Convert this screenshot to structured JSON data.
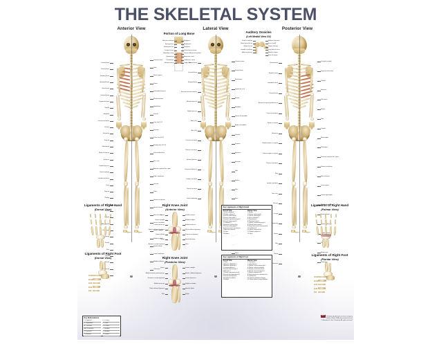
{
  "poster": {
    "title": "THE SKELETAL SYSTEM",
    "title_color": "#4b5066",
    "background_color": "#ffffff",
    "bone_color": "#e2cb97",
    "muscle_color": "#b05f42",
    "accent_color": "#8a2634"
  },
  "views": [
    {
      "id": "anterior",
      "label": "Anterior View"
    },
    {
      "id": "lateral",
      "label": "Lateral View"
    },
    {
      "id": "posterior",
      "label": "Posterior View"
    }
  ],
  "insets": {
    "long_bone": {
      "title": "Portion of Long Bone",
      "labels_left": [
        "Articular cartilage",
        "Spongy bone",
        "Epiphyseal line",
        "Compact bone",
        "Medullary cavity",
        "Endosteum",
        "Periosteum",
        "Nutrient artery"
      ],
      "labels_right": [
        "Epiphysis",
        "Metaphysis",
        "Diaphysis",
        "Yellow bone marrow",
        "Osteon (Haversian system)",
        "Haversian canal",
        "Volkmann's canal",
        "Trabeculae"
      ]
    },
    "auditory_ossicles": {
      "title": "Auditory Ossicles",
      "subtitle": "(Left Medial View 3X)",
      "labels_left": [
        "Head of malleus",
        "Short limb of incus",
        "Body of incus",
        "Handle of malleus",
        "Anterior process"
      ],
      "labels_right": [
        "Malleus (hammer)",
        "Incus (anvil)",
        "Stapes (stirrup)",
        "Long limb of incus",
        "Head of stapes",
        "Base of stapes"
      ]
    }
  },
  "label_columns": {
    "anterior_left": [
      "Frontal bone",
      "Parietal bone",
      "Temporal bone",
      "Sphenoid bone",
      "Nasal bone",
      "Lacrimal bone",
      "Zygomatic bone",
      "Maxilla",
      "Mandible",
      "Cervical vertebrae",
      "Clavicle",
      "Acromion",
      "Scapula",
      "Manubrium",
      "Body of sternum",
      "Humerus",
      "Xiphoid process",
      "Costal cartilage",
      "Lumbar vertebrae",
      "Ilium",
      "Sacrum",
      "Radius",
      "Ulna",
      "Coccyx",
      "Carpals",
      "Metacarpals",
      "Phalanges",
      "Femur",
      "Patella",
      "Tibia",
      "Fibula",
      "Tarsals",
      "Metatarsals",
      "Phalanges"
    ],
    "anterior_right": [
      "Coronal suture",
      "Orbit",
      "Nasal septum",
      "Vomer",
      "Infraorbital foramen",
      "Mental foramen",
      "Hyoid bone",
      "First rib",
      "True ribs (1-7)",
      "Sternum",
      "False ribs (8-12)",
      "Floating ribs (11-12)",
      "Intervertebral disc",
      "Iliac crest",
      "Anterior superior iliac spine",
      "Pubic symphysis",
      "Ischium",
      "Pubis",
      "Greater trochanter",
      "Head of femur",
      "Neck of femur",
      "Lesser trochanter",
      "Lateral condyle",
      "Medial condyle",
      "Head of fibula",
      "Lateral malleolus",
      "Medial malleolus",
      "Calcaneus"
    ],
    "lateral_left": [
      "Parietal bone",
      "Occipital bone",
      "Temporal bone",
      "External acoustic meatus",
      "Mastoid process",
      "Styloid process",
      "Atlas (C1)",
      "Axis (C2)",
      "Cervical curvature",
      "Thoracic curvature",
      "Spinous process",
      "Transverse process",
      "Lumbar curvature",
      "Sacral curvature",
      "Ischial tuberosity"
    ],
    "lateral_right": [
      "Coronal suture",
      "Frontal bone",
      "Nasal bone",
      "Zygomatic arch",
      "Maxilla",
      "Mandible",
      "Ramus of mandible",
      "Angle of mandible",
      "Clavicle",
      "Scapula",
      "Humerus",
      "Sternum",
      "Ribs",
      "Radius",
      "Ulna",
      "Ilium",
      "Sacrum",
      "Femur",
      "Patella",
      "Tibia",
      "Fibula",
      "Talus",
      "Calcaneus"
    ],
    "posterior_left": [
      "Parietal bone",
      "Sagittal suture",
      "Lambdoid suture",
      "Occipital bone",
      "External occipital protuberance",
      "Cervical vertebrae",
      "Spine of scapula",
      "Acromion",
      "Medial border of scapula",
      "Inferior angle of scapula",
      "Thoracic vertebrae",
      "Ribs",
      "Lumbar vertebrae",
      "Iliac crest",
      "Sacrum",
      "Coccyx",
      "Ischial tuberosity",
      "Femur",
      "Tibia",
      "Fibula",
      "Calcaneus"
    ],
    "posterior_right": [
      "Occipital condyle",
      "Superior nuchal line",
      "Clavicle",
      "Humerus",
      "Olecranon",
      "Radius",
      "Ulna",
      "Carpals",
      "Metacarpals",
      "Phalanges",
      "Posterior superior iliac spine",
      "Greater trochanter",
      "Neck of femur",
      "Linea aspera",
      "Lateral epicondyle",
      "Medial epicondyle",
      "Head of fibula",
      "Lateral malleolus",
      "Medial malleolus",
      "Tarsals",
      "Metatarsals",
      "Phalanges"
    ]
  },
  "panels": {
    "hand_dorsal": {
      "title": "Ligaments of Right Hand",
      "subtitle": "(Dorsal View)"
    },
    "foot_dorsal": {
      "title": "Ligaments of Right Foot",
      "subtitle": "(Dorsal View)"
    },
    "hand_palmar": {
      "title": "Ligaments of Right Hand",
      "subtitle": "(Palmar View)"
    },
    "foot_plantar": {
      "title": "Ligaments of Right Foot",
      "subtitle": "(Plantar View)"
    },
    "knee_anterior": {
      "title": "Right Knee Joint",
      "subtitle": "(Anterior View)"
    },
    "knee_posterior": {
      "title": "Right Knee Joint",
      "subtitle": "(Posterior View)"
    }
  },
  "knee_labels": {
    "anterior_left": [
      "Femur",
      "Lateral condyle",
      "Lateral meniscus",
      "Fibular collateral ligament",
      "Head of fibula",
      "Fibula",
      "Anterior cruciate ligament"
    ],
    "anterior_right": [
      "Patellar surface",
      "Medial condyle",
      "Medial meniscus",
      "Tibial collateral ligament",
      "Transverse ligament",
      "Tibial tuberosity",
      "Tibia"
    ],
    "posterior_left": [
      "Femur",
      "Medial head of gastrocnemius",
      "Posterior cruciate ligament",
      "Medial meniscus",
      "Tibial collateral ligament",
      "Tibia"
    ],
    "posterior_right": [
      "Lateral condyle",
      "Fibular collateral ligament",
      "Lateral meniscus",
      "Popliteus tendon",
      "Head of fibula",
      "Fibula"
    ]
  },
  "key_hand": {
    "title": "Key Ligaments of Right Hand",
    "col1_heading": "Dorsal View",
    "col2_heading": "Palmar View",
    "col1": [
      "1  Ulnar collateral l.",
      "2  Radial collateral l.",
      "3  Dorsal radiocarpal l.",
      "4  Dorsal intercarpal l.",
      "5  Dorsal carpometacarpal ll.",
      "6  Dorsal metacarpal ll.",
      "7  Collateral ll.",
      "8  Extensor retinaculum",
      "9  Palmar radiocarpal l.",
      "10 Interosseous membrane",
      "11 Articular capsule",
      "12 Ulna",
      "13 Radius"
    ],
    "col2": [
      "1  Radius",
      "2  Palmar radiocarpal l.",
      "3  Palmar ulnocarpal l.",
      "4  Ulnar collateral l.",
      "5  Pisohamate l.",
      "6  Pisometacarpal l.",
      "7  Palmar carpometacarpal ll.",
      "8  Palmar metacarpal ll.",
      "9  Deep transverse metacarpal ll.",
      "10 Collateral ll.",
      "11 Flexor retinaculum",
      "12 Radial collateral l.",
      "13 Ulna"
    ]
  },
  "key_foot": {
    "title": "Key Ligaments of Right Foot",
    "col1_heading": "Dorsal View",
    "col2_heading": "Plantar View",
    "col1": [
      "1  Tibia",
      "2  Anterior tibiofibular l.",
      "3  Anterior talofibular l.",
      "4  Calcaneofibular l.",
      "5  Dorsal talonavicular l.",
      "6  Bifurcate l.",
      "7  Dorsal cuneonavicular ll.",
      "8  Dorsal tarsometatarsal ll.",
      "9  Dorsal metatarsal ll.",
      "10 Deltoid (medial) l.",
      "11 Fibula"
    ],
    "col2": [
      "1  Calcaneus",
      "2  Long plantar l.",
      "3  Plantar calcaneonavicular l.",
      "4  Plantar calcaneocuboid l.",
      "5  Plantar cuneonavicular ll.",
      "6  Plantar tarsometatarsal ll.",
      "7  Plantar metatarsal ll.",
      "8  Deep transverse metatarsal ll.",
      "9  Collateral ll.",
      "10 Tendon of fibularis longus",
      "11 Flexor hallucis longus tendon"
    ]
  },
  "key_abbreviations": {
    "title": "Key Abbreviations",
    "rows": [
      {
        "abbr": "l. = ligament",
        "full": "a. = artery"
      },
      {
        "abbr": "ll. = ligaments",
        "full": "v. = vein"
      },
      {
        "abbr": "m. = muscle",
        "full": "n. = nerve"
      },
      {
        "abbr": "mm. = muscles",
        "full": "t. = tendon"
      },
      {
        "abbr": "C = cervical",
        "full": "L = lumbar"
      },
      {
        "abbr": "T = thoracic",
        "full": "S = sacral"
      }
    ]
  },
  "credit": {
    "logo": "ACC",
    "line1": "Published by Anatomical Chart Company",
    "line2": "Skokie, Illinois USA   www.anatomical.com",
    "line3": "© Anatomical Chart Company. All rights reserved."
  }
}
